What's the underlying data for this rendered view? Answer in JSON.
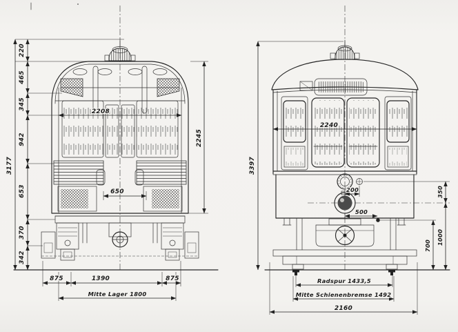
{
  "colors": {
    "paper": "#f3f2ef",
    "ink": "#222222"
  },
  "left": {
    "dims": {
      "v220": "220",
      "v465": "465",
      "v345": "345",
      "v942": "942",
      "v653": "653",
      "v370": "370",
      "v342": "342",
      "total_height": "3177",
      "interior_width": "2208",
      "body_height": "2245",
      "seat_gap": "650",
      "axle_left": "875",
      "wheelbase": "1390",
      "axle_right": "875",
      "bearing_centers": "Mitte Lager 1800"
    }
  },
  "right": {
    "dims": {
      "total_height": "3397",
      "window_width": "2240",
      "lamp_offset": "200",
      "coupler_offset": "500",
      "v350": "350",
      "v1000": "1000",
      "v700": "700",
      "gauge": "Radspur 1433,5",
      "brake_centers": "Mitte Schienenbremse 1492",
      "overall_width": "2160"
    }
  }
}
